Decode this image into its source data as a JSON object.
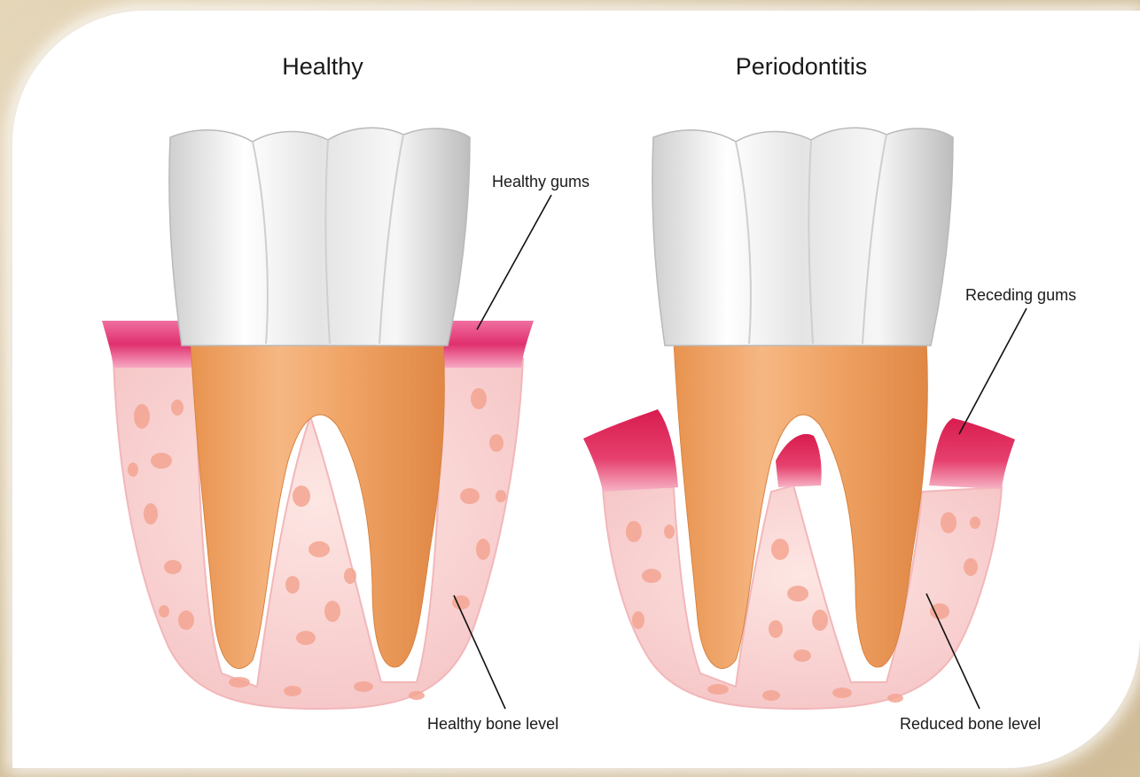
{
  "panels": {
    "healthy": {
      "title": "Healthy"
    },
    "periodontitis": {
      "title": "Periodontitis"
    }
  },
  "labels": {
    "healthy_gums": "Healthy gums",
    "healthy_bone_level": "Healthy bone level",
    "receding_gums": "Receding gums",
    "reduced_bone_level": "Reduced bone level"
  },
  "colors": {
    "enamel": "#ececec",
    "root": "#f0a86c",
    "gum": "#e0306e",
    "bone": "#f8cfcf",
    "background": "#d9c7a4"
  }
}
